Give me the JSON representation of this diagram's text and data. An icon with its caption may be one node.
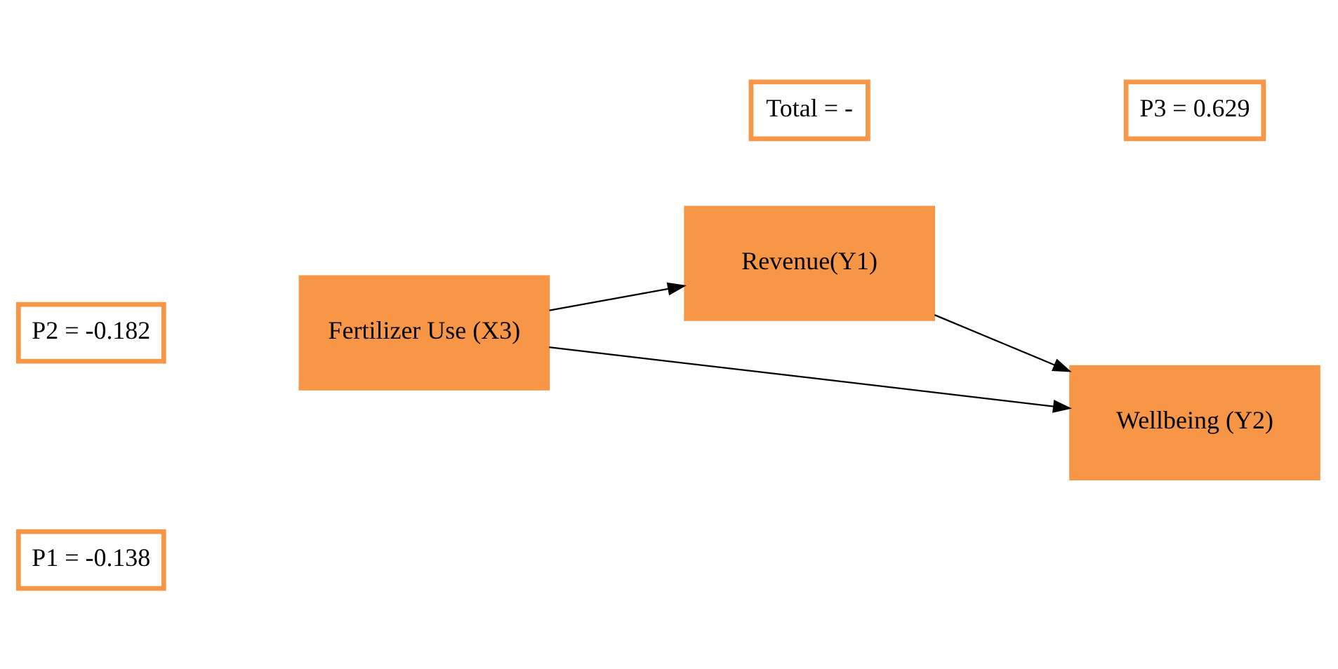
{
  "diagram": {
    "nodes": [
      {
        "text": [
          "Revenue(Y1)"
        ]
      },
      {
        "text": [
          "P2 = -0.182"
        ]
      },
      {
        "text": [
          "P3 = 0.629"
        ]
      },
      {
        "text": [
          "Total = -"
        ]
      },
      {
        "text": [
          "Fertilizer Use (X3)"
        ]
      },
      {
        "text": [
          "Wellbeing (Y2)"
        ]
      },
      {
        "text": [
          "P1 = -0.138"
        ]
      }
    ],
    "edges": [
      {
        "from": 4,
        "to": 0,
        "arrow": "to"
      },
      {
        "from": 0,
        "to": 5,
        "arrow": "to"
      },
      {
        "from": 4,
        "to": 5,
        "arrow": "to"
      }
    ]
  }
}
